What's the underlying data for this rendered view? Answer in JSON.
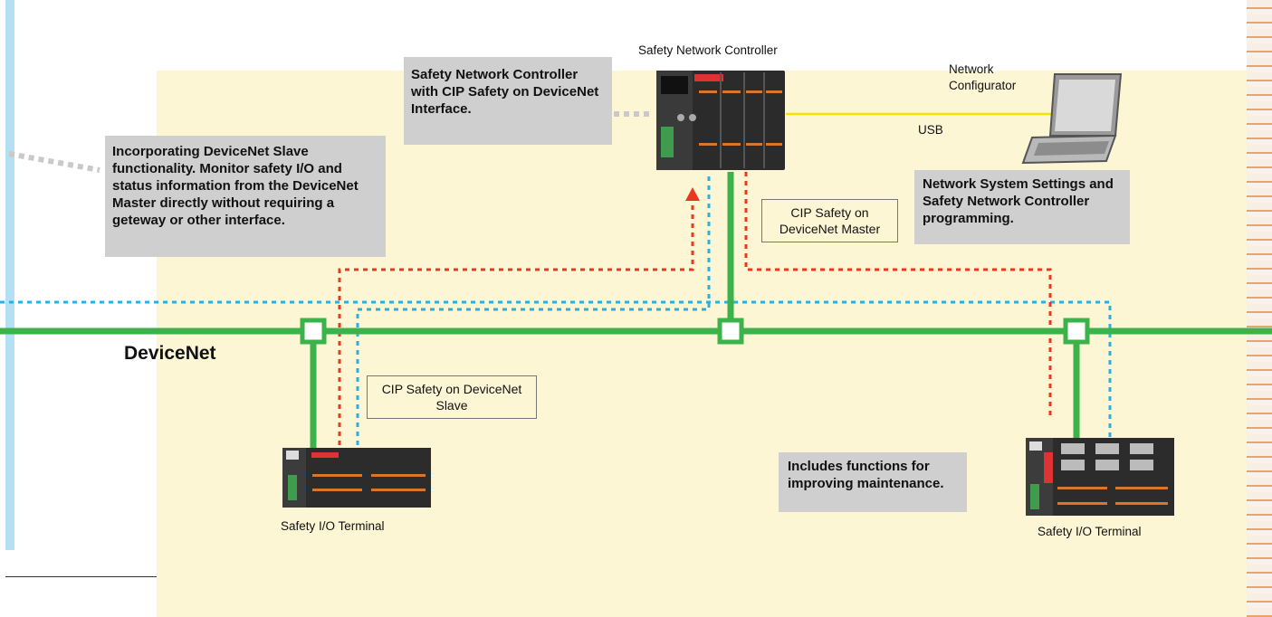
{
  "title_controller": "Safety Network Controller",
  "callout_controller": "Safety Network Controller with CIP Safety on DeviceNet Interface.",
  "callout_slave": "Incorporating DeviceNet Slave functionality. Monitor safety I/O and status information from the DeviceNet Master directly without requiring a geteway or other interface.",
  "network_configurator": "Network Configurator",
  "usb_label": "USB",
  "callout_settings": "Network System Settings and Safety Network Controller programming.",
  "master_label": "CIP Safety on DeviceNet Master",
  "slave_label": "CIP Safety on DeviceNet Slave",
  "devicenet_label": "DeviceNet",
  "callout_maintenance": "Includes functions for improving maintenance.",
  "terminal_left_label": "Safety I/O Terminal",
  "terminal_right_label": "Safety I/O Terminal",
  "colors": {
    "bus": "#3bb24a",
    "usb": "#f5e300",
    "red_path": "#e8381f",
    "blue_path": "#29b0e3",
    "panel": "#fdf6d5"
  }
}
